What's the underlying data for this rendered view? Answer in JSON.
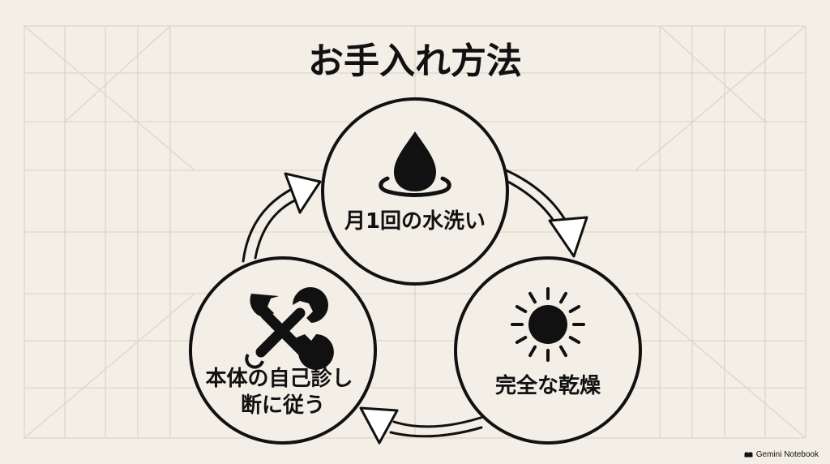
{
  "title": "お手入れ方法",
  "steps": [
    {
      "label_lines": [
        "月1回の水洗い"
      ],
      "icon": "water-drop-icon"
    },
    {
      "label_lines": [
        "完全な乾燥"
      ],
      "icon": "sun-icon"
    },
    {
      "label_lines": [
        "本体の自己診し",
        "断に従う"
      ],
      "icon": "wrench-icon"
    }
  ],
  "brand": "Gemini Notebook",
  "colors": {
    "background": "#f3efe6",
    "ink": "#111111",
    "grid": "#ddd5c6"
  }
}
